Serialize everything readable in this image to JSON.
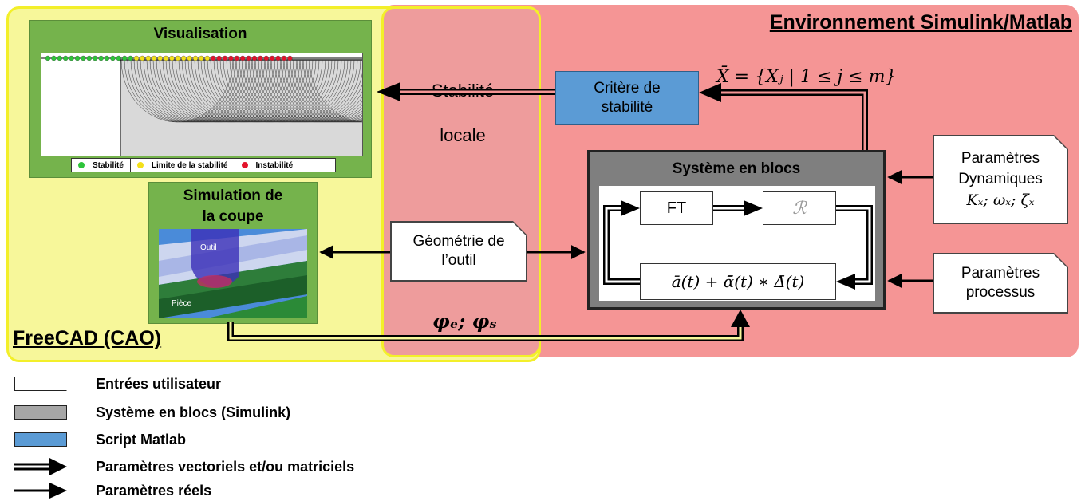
{
  "environment_title": "Environnement Simulink/Matlab",
  "cad_title": "FreeCAD (CAO)",
  "visualisation": {
    "title": "Visualisation",
    "legend": [
      {
        "label": "Stabilité",
        "color": "#2ec43a"
      },
      {
        "label": "Limite de la stabilité",
        "color": "#f4e01a"
      },
      {
        "label": "Instabilité",
        "color": "#e3132b"
      }
    ]
  },
  "simulation": {
    "title_line1": "Simulation de",
    "title_line2": "la coupe",
    "tool_label": "Outil",
    "part_label": "Pièce"
  },
  "stability_label_line1": "Stabilité",
  "stability_label_line2": "locale",
  "criterion_line1": "Critère de",
  "criterion_line2": "stabilité",
  "x_vector_formula": "X̄ = {Xⱼ | 1 ≤ j ≤ m}",
  "geometry_line1": "Géométrie de",
  "geometry_line2": "l’outil",
  "phi_label": "φₑ; φₛ",
  "blocks": {
    "title": "Système en blocs",
    "ft_label": "FT",
    "r_label": "ℛ",
    "formula": "ā(t) + ᾱ̄(t) ∗ Δ̄(t)"
  },
  "dynamic_params": {
    "line1": "Paramètres",
    "line2": "Dynamiques",
    "line3": "Kₓ; ωₓ; ζₓ"
  },
  "process_params": {
    "line1": "Paramètres",
    "line2": "processus"
  },
  "legend": [
    {
      "label": "Entrées utilisateur",
      "color": "#ffffff"
    },
    {
      "label": "Système en blocs (Simulink)",
      "color": "#a6a6a6"
    },
    {
      "label": "Script Matlab",
      "color": "#5b9bd5"
    },
    {
      "label": "Paramètres vectoriels et/ou matriciels"
    },
    {
      "label": "Paramètres réels"
    }
  ]
}
